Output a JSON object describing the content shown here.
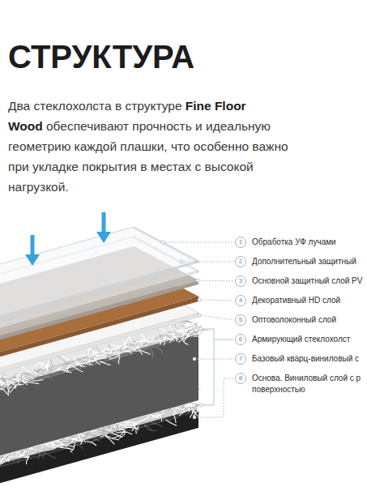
{
  "diagram": {
    "title": "СТРУКТУРА",
    "nodes": [
      {
        "text": [
          "1",
          "Обработка УФ лучами"
        ]
      },
      {
        "text": [
          "2",
          "Дополнительный защитный"
        ]
      },
      {
        "text": [
          "3",
          "Основной защитный слой PV"
        ]
      },
      {
        "text": [
          "4",
          "Декоративный HD слой"
        ]
      },
      {
        "text": [
          "5",
          "Оптоволоконный слой"
        ]
      },
      {
        "text": [
          "6",
          "Армирующий стеклохолст"
        ]
      },
      {
        "text": [
          "7",
          "Базовый кварц-виниловый с"
        ]
      },
      {
        "text": [
          "8",
          "Основа. Виниловый слой с р поверхностью"
        ]
      }
    ],
    "labels": [
      "Два стеклохолста в структуре",
      "Fine Floor Wood",
      "обеспечивают прочность и идеальную геометрию каждой плашки, что особенно важно при укладке покрытия в местах с высокой нагрузкой."
    ]
  }
}
